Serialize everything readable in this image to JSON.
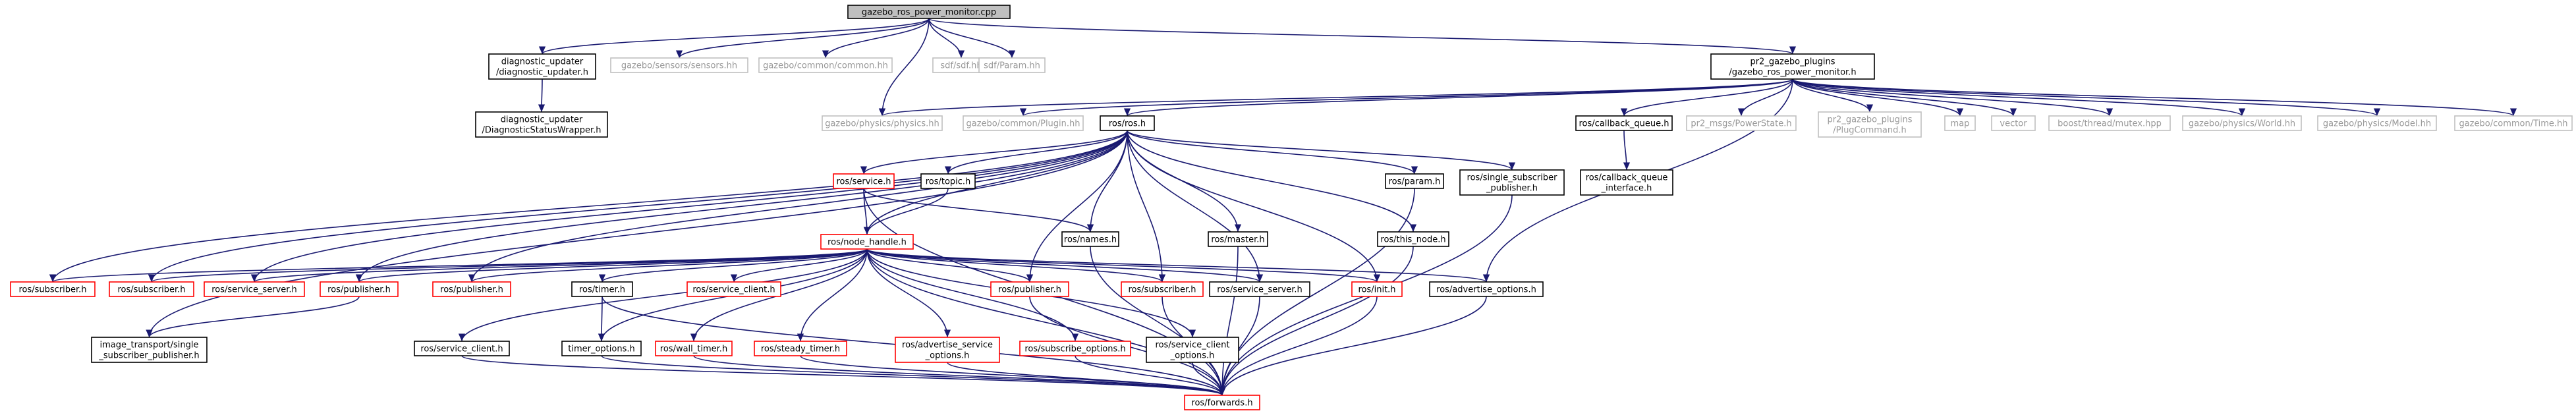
{
  "diagram": {
    "colors": {
      "edge": "#191970",
      "black": "#000000",
      "red": "#ff0000",
      "gray_border": "#bfbfbf",
      "gray_text": "#9a9a9a",
      "root_fill": "#bfbfbf"
    },
    "nodes": [
      {
        "id": "root",
        "lines": [
          "gazebo_ros_power_monitor.cpp"
        ],
        "style": "root"
      },
      {
        "id": "diag_updater",
        "lines": [
          "diagnostic_updater",
          "/diagnostic_updater.h"
        ],
        "style": "black"
      },
      {
        "id": "sensors",
        "lines": [
          "gazebo/sensors/sensors.hh"
        ],
        "style": "gray"
      },
      {
        "id": "common",
        "lines": [
          "gazebo/common/common.hh"
        ],
        "style": "gray"
      },
      {
        "id": "sdf",
        "lines": [
          "sdf/sdf.hh"
        ],
        "style": "gray"
      },
      {
        "id": "param",
        "lines": [
          "sdf/Param.hh"
        ],
        "style": "gray"
      },
      {
        "id": "pr2_power",
        "lines": [
          "pr2_gazebo_plugins",
          "/gazebo_ros_power_monitor.h"
        ],
        "style": "black"
      },
      {
        "id": "diag_wrapper",
        "lines": [
          "diagnostic_updater",
          "/DiagnosticStatusWrapper.h"
        ],
        "style": "black"
      },
      {
        "id": "physics",
        "lines": [
          "gazebo/physics/physics.hh"
        ],
        "style": "gray"
      },
      {
        "id": "plugin",
        "lines": [
          "gazebo/common/Plugin.hh"
        ],
        "style": "gray"
      },
      {
        "id": "ros_h",
        "lines": [
          "ros/ros.h"
        ],
        "style": "black"
      },
      {
        "id": "cbq",
        "lines": [
          "ros/callback_queue.h"
        ],
        "style": "black"
      },
      {
        "id": "powerstate",
        "lines": [
          "pr2_msgs/PowerState.h"
        ],
        "style": "gray"
      },
      {
        "id": "plugcmd",
        "lines": [
          "pr2_gazebo_plugins",
          "/PlugCommand.h"
        ],
        "style": "gray"
      },
      {
        "id": "map",
        "lines": [
          "map"
        ],
        "style": "gray"
      },
      {
        "id": "vector",
        "lines": [
          "vector"
        ],
        "style": "gray"
      },
      {
        "id": "mutex",
        "lines": [
          "boost/thread/mutex.hpp"
        ],
        "style": "gray"
      },
      {
        "id": "world",
        "lines": [
          "gazebo/physics/World.hh"
        ],
        "style": "gray"
      },
      {
        "id": "model",
        "lines": [
          "gazebo/physics/Model.hh"
        ],
        "style": "gray"
      },
      {
        "id": "time",
        "lines": [
          "gazebo/common/Time.hh"
        ],
        "style": "gray"
      },
      {
        "id": "cbqi",
        "lines": [
          "ros/callback_queue",
          "_interface.h"
        ],
        "style": "black"
      },
      {
        "id": "service_top",
        "lines": [
          "ros/service.h"
        ],
        "style": "red"
      },
      {
        "id": "topic",
        "lines": [
          "ros/topic.h"
        ],
        "style": "black"
      },
      {
        "id": "param_h",
        "lines": [
          "ros/param.h"
        ],
        "style": "black"
      },
      {
        "id": "single_sub",
        "lines": [
          "ros/single_subscriber",
          "_publisher.h"
        ],
        "style": "black"
      },
      {
        "id": "node_handle",
        "lines": [
          "ros/node_handle.h"
        ],
        "style": "red"
      },
      {
        "id": "names",
        "lines": [
          "ros/names.h"
        ],
        "style": "black"
      },
      {
        "id": "master",
        "lines": [
          "ros/master.h"
        ],
        "style": "black"
      },
      {
        "id": "this_node",
        "lines": [
          "ros/this_node.h"
        ],
        "style": "black"
      },
      {
        "id": "sub_l1",
        "lines": [
          "ros/subscriber.h"
        ],
        "style": "red"
      },
      {
        "id": "sub_l2",
        "lines": [
          "ros/subscriber.h"
        ],
        "style": "red"
      },
      {
        "id": "srvserver_l",
        "lines": [
          "ros/service_server.h"
        ],
        "style": "red"
      },
      {
        "id": "pub_l1",
        "lines": [
          "ros/publisher.h"
        ],
        "style": "red"
      },
      {
        "id": "pub_l2",
        "lines": [
          "ros/publisher.h"
        ],
        "style": "red"
      },
      {
        "id": "timer",
        "lines": [
          "ros/timer.h"
        ],
        "style": "black"
      },
      {
        "id": "srvclient_r",
        "lines": [
          "ros/service_client.h"
        ],
        "style": "red"
      },
      {
        "id": "pub_r",
        "lines": [
          "ros/publisher.h"
        ],
        "style": "red"
      },
      {
        "id": "sub_r",
        "lines": [
          "ros/subscriber.h"
        ],
        "style": "red"
      },
      {
        "id": "srvserver_b",
        "lines": [
          "ros/service_server.h"
        ],
        "style": "black"
      },
      {
        "id": "init",
        "lines": [
          "ros/init.h"
        ],
        "style": "red"
      },
      {
        "id": "adv_opts",
        "lines": [
          "ros/advertise_options.h"
        ],
        "style": "black"
      },
      {
        "id": "img_transport",
        "lines": [
          "image_transport/single",
          "_subscriber_publisher.h"
        ],
        "style": "black"
      },
      {
        "id": "srvclient_b",
        "lines": [
          "ros/service_client.h"
        ],
        "style": "black"
      },
      {
        "id": "timer_opts",
        "lines": [
          "timer_options.h"
        ],
        "style": "black"
      },
      {
        "id": "wall_timer",
        "lines": [
          "ros/wall_timer.h"
        ],
        "style": "red"
      },
      {
        "id": "steady_timer",
        "lines": [
          "ros/steady_timer.h"
        ],
        "style": "red"
      },
      {
        "id": "adv_srv_opts",
        "lines": [
          "ros/advertise_service",
          "_options.h"
        ],
        "style": "red"
      },
      {
        "id": "sub_opts",
        "lines": [
          "ros/subscribe_options.h"
        ],
        "style": "red"
      },
      {
        "id": "srv_client_opts",
        "lines": [
          "ros/service_client",
          "_options.h"
        ],
        "style": "black"
      },
      {
        "id": "forwards",
        "lines": [
          "ros/forwards.h"
        ],
        "style": "red"
      }
    ],
    "edges": [
      [
        "root",
        "diag_updater"
      ],
      [
        "root",
        "sensors"
      ],
      [
        "root",
        "common"
      ],
      [
        "root",
        "sdf"
      ],
      [
        "root",
        "param"
      ],
      [
        "root",
        "physics"
      ],
      [
        "root",
        "pr2_power"
      ],
      [
        "diag_updater",
        "diag_wrapper"
      ],
      [
        "pr2_power",
        "physics"
      ],
      [
        "pr2_power",
        "plugin"
      ],
      [
        "pr2_power",
        "ros_h"
      ],
      [
        "pr2_power",
        "cbq"
      ],
      [
        "pr2_power",
        "powerstate"
      ],
      [
        "pr2_power",
        "plugcmd"
      ],
      [
        "pr2_power",
        "map"
      ],
      [
        "pr2_power",
        "vector"
      ],
      [
        "pr2_power",
        "mutex"
      ],
      [
        "pr2_power",
        "world"
      ],
      [
        "pr2_power",
        "model"
      ],
      [
        "pr2_power",
        "time"
      ],
      [
        "pr2_power",
        "adv_opts"
      ],
      [
        "cbq",
        "cbqi"
      ],
      [
        "ros_h",
        "service_top"
      ],
      [
        "ros_h",
        "topic"
      ],
      [
        "ros_h",
        "param_h"
      ],
      [
        "ros_h",
        "single_sub"
      ],
      [
        "ros_h",
        "node_handle"
      ],
      [
        "ros_h",
        "names"
      ],
      [
        "ros_h",
        "master"
      ],
      [
        "ros_h",
        "this_node"
      ],
      [
        "ros_h",
        "sub_l1"
      ],
      [
        "ros_h",
        "sub_l2"
      ],
      [
        "ros_h",
        "srvserver_l"
      ],
      [
        "ros_h",
        "pub_l1"
      ],
      [
        "ros_h",
        "pub_l2"
      ],
      [
        "ros_h",
        "pub_r"
      ],
      [
        "ros_h",
        "sub_r"
      ],
      [
        "ros_h",
        "srvserver_b"
      ],
      [
        "ros_h",
        "init"
      ],
      [
        "ros_h",
        "img_transport"
      ],
      [
        "service_top",
        "node_handle"
      ],
      [
        "service_top",
        "names"
      ],
      [
        "service_top",
        "forwards"
      ],
      [
        "topic",
        "node_handle"
      ],
      [
        "param_h",
        "forwards"
      ],
      [
        "single_sub",
        "forwards"
      ],
      [
        "node_handle",
        "sub_l1"
      ],
      [
        "node_handle",
        "sub_l2"
      ],
      [
        "node_handle",
        "srvserver_l"
      ],
      [
        "node_handle",
        "pub_l1"
      ],
      [
        "node_handle",
        "pub_l2"
      ],
      [
        "node_handle",
        "timer"
      ],
      [
        "node_handle",
        "srvclient_r"
      ],
      [
        "node_handle",
        "pub_r"
      ],
      [
        "node_handle",
        "sub_r"
      ],
      [
        "node_handle",
        "srvserver_b"
      ],
      [
        "node_handle",
        "init"
      ],
      [
        "node_handle",
        "adv_opts"
      ],
      [
        "node_handle",
        "srvclient_b"
      ],
      [
        "node_handle",
        "timer_opts"
      ],
      [
        "node_handle",
        "wall_timer"
      ],
      [
        "node_handle",
        "steady_timer"
      ],
      [
        "node_handle",
        "adv_srv_opts"
      ],
      [
        "node_handle",
        "sub_opts"
      ],
      [
        "node_handle",
        "srv_client_opts"
      ],
      [
        "node_handle",
        "forwards"
      ],
      [
        "names",
        "forwards"
      ],
      [
        "master",
        "forwards"
      ],
      [
        "this_node",
        "forwards"
      ],
      [
        "pub_l1",
        "img_transport"
      ],
      [
        "timer",
        "timer_opts"
      ],
      [
        "timer",
        "forwards"
      ],
      [
        "srvclient_b",
        "forwards"
      ],
      [
        "timer_opts",
        "forwards"
      ],
      [
        "wall_timer",
        "forwards"
      ],
      [
        "steady_timer",
        "forwards"
      ],
      [
        "adv_srv_opts",
        "forwards"
      ],
      [
        "sub_opts",
        "forwards"
      ],
      [
        "srv_client_opts",
        "forwards"
      ],
      [
        "pub_r",
        "forwards"
      ],
      [
        "sub_r",
        "forwards"
      ],
      [
        "srvserver_b",
        "forwards"
      ],
      [
        "init",
        "forwards"
      ],
      [
        "adv_opts",
        "forwards"
      ]
    ]
  }
}
